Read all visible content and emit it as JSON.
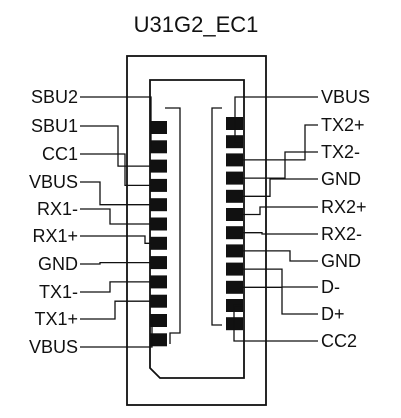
{
  "title": "U31G2_EC1",
  "left_pins": [
    "SBU2",
    "SBU1",
    "CC1",
    "VBUS",
    "RX1-",
    "RX1+",
    "GND",
    "TX1-",
    "TX1+",
    "VBUS"
  ],
  "right_pins": [
    "VBUS",
    "TX2+",
    "TX2-",
    "GND",
    "RX2+",
    "RX2-",
    "GND",
    "D-",
    "D+",
    "CC2"
  ],
  "colors": {
    "ink": "#111111",
    "background": "#ffffff"
  }
}
